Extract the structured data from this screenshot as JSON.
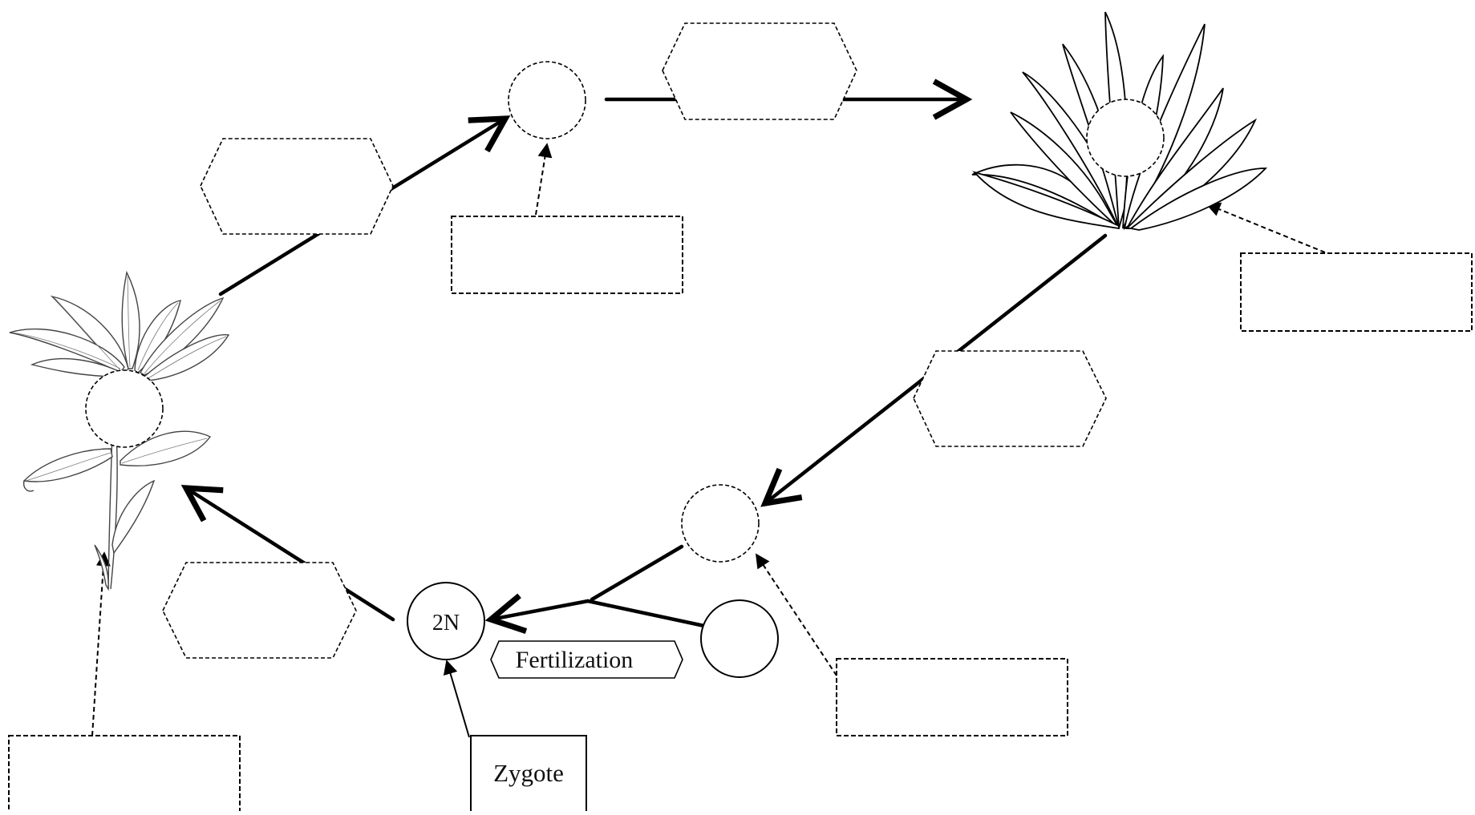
{
  "diagram": {
    "labels": {
      "ploidy_zygote": "2N",
      "fertilization": "Fertilization",
      "zygote": "Zygote"
    },
    "colors": {
      "stroke": "#000000",
      "background": "#ffffff"
    }
  }
}
